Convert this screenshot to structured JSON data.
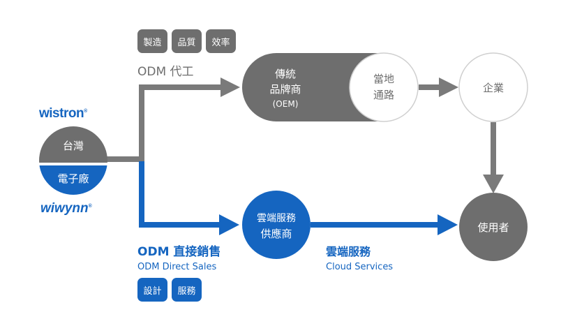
{
  "logos": {
    "wistron": "wistron",
    "wistron_mark": "®",
    "wiwynn": "wiwynn",
    "wiwynn_mark": "®"
  },
  "left_node": {
    "top_label": "台灣",
    "bottom_label": "電子廠"
  },
  "odm_oem": {
    "tags": [
      "製造",
      "品質",
      "效率"
    ],
    "label": "ODM 代工"
  },
  "oem_node": {
    "line1": "傳統",
    "line2": "品牌商",
    "line3": "(OEM)"
  },
  "channel_node": {
    "line1": "當地",
    "line2": "通路"
  },
  "enterprise_node": {
    "label": "企業"
  },
  "user_node": {
    "label": "使用者"
  },
  "cloud_provider_node": {
    "line1": "雲端服務",
    "line2": "供應商"
  },
  "odm_direct": {
    "label_zh": "ODM 直接銷售",
    "label_en": "ODM Direct Sales",
    "tags": [
      "設計",
      "服務"
    ]
  },
  "cloud_services": {
    "label_zh": "雲端服務",
    "label_en": "Cloud Services"
  },
  "colors": {
    "gray": "#6e6e6e",
    "arrow_gray": "#7a7a7a",
    "blue": "#1565c0",
    "white": "#ffffff",
    "outline": "#cfcfcf"
  }
}
